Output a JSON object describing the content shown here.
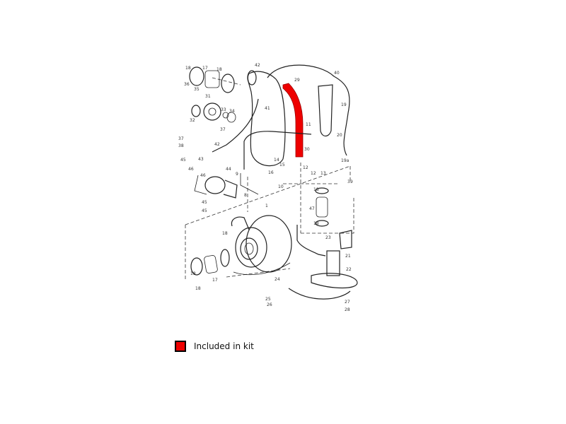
{
  "diagram": {
    "title": "Turbocharger assembly exploded parts diagram",
    "part_labels": [
      "18",
      "17",
      "18",
      "42",
      "29",
      "40",
      "19",
      "36",
      "35",
      "31",
      "32",
      "33",
      "34",
      "37",
      "41",
      "11",
      "20",
      "19a",
      "30",
      "37",
      "38",
      "42",
      "45",
      "43",
      "44",
      "46",
      "46",
      "14",
      "15",
      "16",
      "12",
      "12",
      "13",
      "9",
      "10",
      "8",
      "39",
      "18",
      "47",
      "18",
      "1",
      "45",
      "45",
      "18",
      "23",
      "21",
      "22",
      "18",
      "17",
      "18",
      "24",
      "25",
      "26",
      "27",
      "28"
    ],
    "highlight_part": "29"
  },
  "legend": {
    "label": "Included in kit",
    "color": "#ee0000"
  }
}
